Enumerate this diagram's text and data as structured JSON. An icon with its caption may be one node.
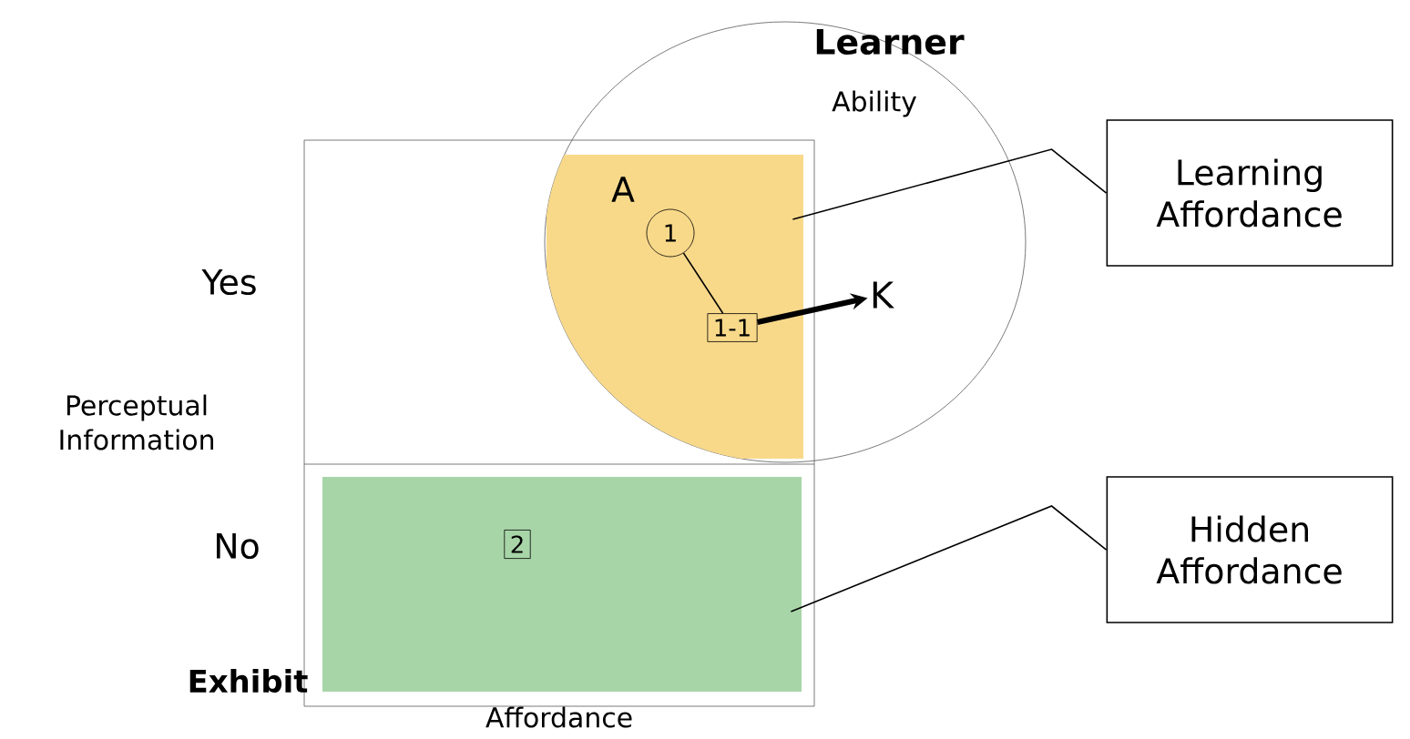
{
  "diagram": {
    "nodes": [
      {
        "text": [
          "Exhibit",
          "Affordance"
        ]
      },
      {
        "text": [
          "Learner",
          "Ability"
        ]
      },
      {
        "text": [],
        "shape": "box"
      },
      {
        "text": [],
        "shape": "box",
        "in": 0
      },
      {
        "text": [
          "1"
        ],
        "in": 2
      },
      {
        "text": [
          "1-1"
        ],
        "in": 2
      },
      {
        "text": [
          "K"
        ],
        "in": 1
      },
      {
        "text": [
          "2"
        ],
        "in": 3
      },
      {
        "text": [
          "Learning Affordance"
        ]
      },
      {
        "text": [
          "Hidden Affordance"
        ]
      }
    ],
    "edges": [
      {
        "from": 4,
        "to": 5,
        "arrow": "none"
      },
      {
        "from": 5,
        "to": 6,
        "arrow": "to",
        "style": "thick"
      },
      {
        "from": 8,
        "to": 2,
        "arrow": "none"
      },
      {
        "from": 9,
        "to": 3,
        "arrow": "none"
      }
    ],
    "labels": [
      "A",
      "Yes",
      "Perceptual Information",
      "No"
    ]
  }
}
